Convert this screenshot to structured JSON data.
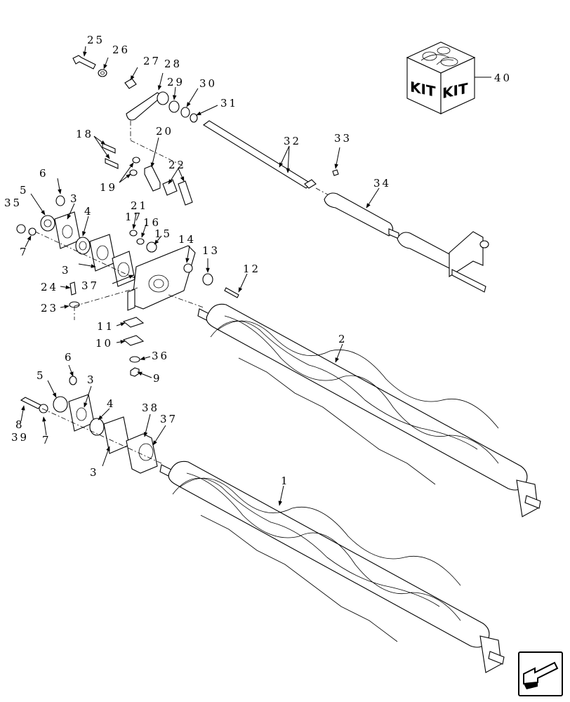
{
  "callouts": {
    "c1": "1",
    "c2": "2",
    "c3a": "3",
    "c3b": "3",
    "c3c": "3",
    "c3d": "3",
    "c4a": "4",
    "c4b": "4",
    "c5a": "5",
    "c5b": "5",
    "c6a": "6",
    "c6b": "6",
    "c7a": "7",
    "c7b": "7",
    "c8": "8",
    "c9": "9",
    "c10": "10",
    "c11": "11",
    "c12": "12",
    "c13": "13",
    "c14": "14",
    "c15": "15",
    "c16": "16",
    "c17": "17",
    "c18": "18",
    "c19": "19",
    "c20": "20",
    "c21": "21",
    "c22": "22",
    "c23": "23",
    "c24": "24",
    "c25": "25",
    "c26": "26",
    "c27": "27",
    "c28": "28",
    "c29": "29",
    "c30": "30",
    "c31": "31",
    "c32": "32",
    "c33": "33",
    "c34": "34",
    "c35": "35",
    "c36": "36",
    "c37a": "37",
    "c37b": "37",
    "c38": "38",
    "c39": "39",
    "c40": "40"
  },
  "kit_box": {
    "label_left": "KIT",
    "label_right": "KIT"
  },
  "nav_icon": "arrow-back-icon"
}
